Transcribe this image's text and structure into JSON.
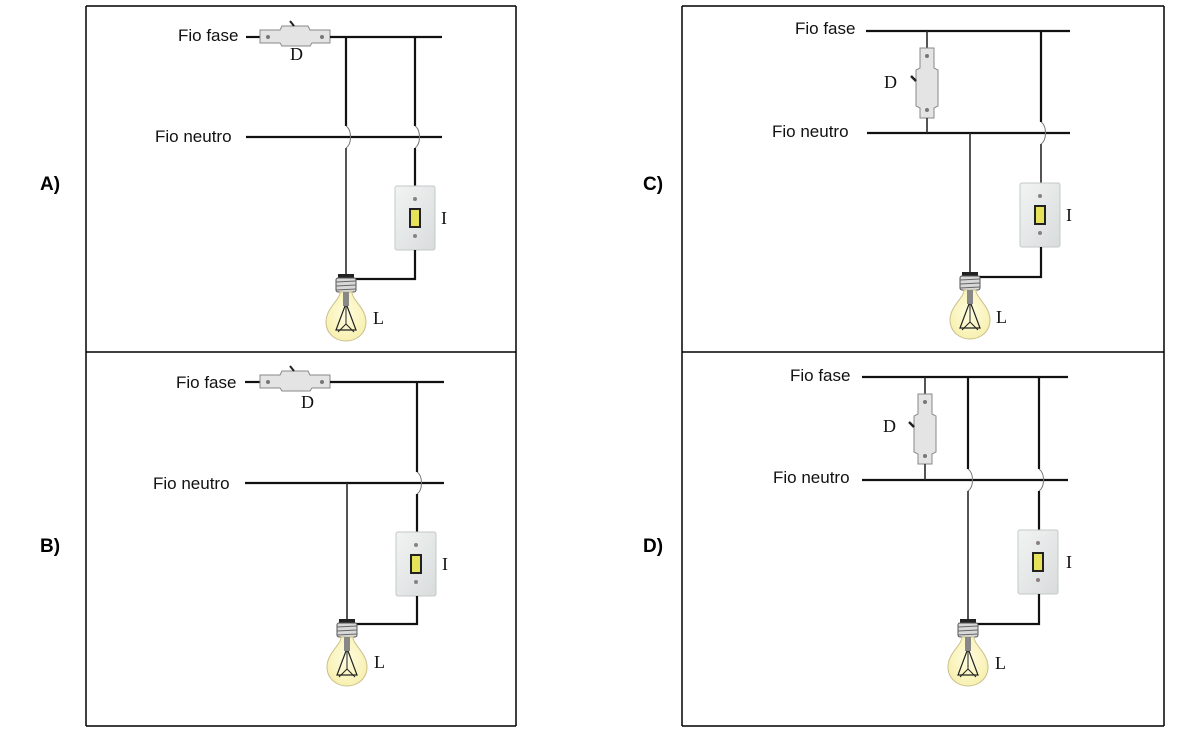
{
  "options": [
    {
      "id": "A",
      "label": "A)",
      "fase_label": "Fio fase",
      "neutro_label": "Fio neutro",
      "breaker_label": "D",
      "switch_label": "I",
      "lamp_label": "L",
      "breaker_position": "in series on phase wire (horizontal)",
      "lamp_wire_from": "fase",
      "switch_wire_from": "fase"
    },
    {
      "id": "B",
      "label": "B)",
      "fase_label": "Fio fase",
      "neutro_label": "Fio neutro",
      "breaker_label": "D",
      "switch_label": "I",
      "lamp_label": "L",
      "breaker_position": "in series on phase wire (horizontal)",
      "lamp_wire_from": "neutro",
      "switch_wire_from": "fase"
    },
    {
      "id": "C",
      "label": "C)",
      "fase_label": "Fio fase",
      "neutro_label": "Fio neutro",
      "breaker_label": "D",
      "switch_label": "I",
      "lamp_label": "L",
      "breaker_position": "between phase and neutral (vertical)",
      "lamp_wire_from": "neutro",
      "switch_wire_from": "fase"
    },
    {
      "id": "D",
      "label": "D)",
      "fase_label": "Fio fase",
      "neutro_label": "Fio neutro",
      "breaker_label": "D",
      "switch_label": "I",
      "lamp_label": "L",
      "breaker_position": "between phase and neutral (vertical)",
      "lamp_wire_from": "fase",
      "switch_wire_from": "fase"
    }
  ],
  "colors": {
    "wire": "#111111",
    "breaker_body": "#e6e6e6",
    "switch_plate": "#e8ebeb",
    "switch_toggle": "#e4e060",
    "bulb_glass": "#fdf8c8"
  }
}
